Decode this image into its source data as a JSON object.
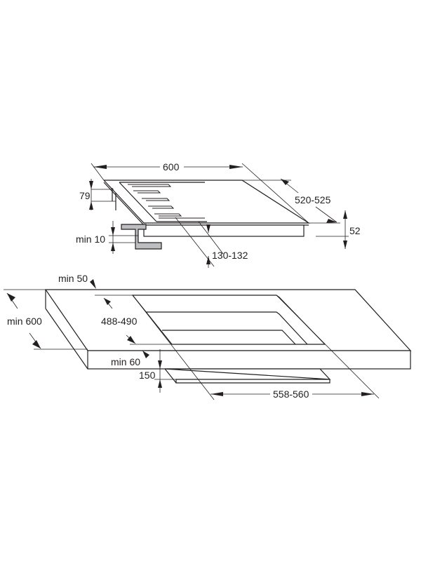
{
  "diagram": {
    "type": "installation-dimensions",
    "subject": "built-in hob cut-out",
    "units": "mm",
    "line_color": "#231f20",
    "bracket_fill": "#bcbec0",
    "hob": {
      "width": "600",
      "depth": "520-525",
      "height_with_burners": "79",
      "body_height": "52",
      "bracket_clearance": "min 10",
      "cutout_offset": "130-132"
    },
    "worktop": {
      "depth": "min 600",
      "rear_clearance": "min 50",
      "cutout_depth": "488-490",
      "front_clearance": "min 60",
      "shelf_distance": "150",
      "cutout_width": "558-560"
    }
  }
}
